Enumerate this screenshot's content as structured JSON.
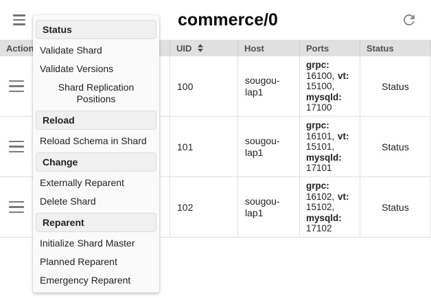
{
  "page": {
    "title": "commerce/0"
  },
  "topbar": {
    "menu_icon": "hamburger-menu",
    "refresh_icon": "refresh"
  },
  "menu": {
    "items": [
      {
        "type": "header",
        "label": "Status"
      },
      {
        "type": "item",
        "label": "Validate Shard"
      },
      {
        "type": "item",
        "label": "Validate Versions"
      },
      {
        "type": "item",
        "label": "Shard Replication Positions",
        "align": "center"
      },
      {
        "type": "header",
        "label": "Reload"
      },
      {
        "type": "item",
        "label": "Reload Schema in Shard"
      },
      {
        "type": "header",
        "label": "Change"
      },
      {
        "type": "item",
        "label": "Externally Reparent"
      },
      {
        "type": "item",
        "label": "Delete Shard"
      },
      {
        "type": "header",
        "label": "Reparent"
      },
      {
        "type": "item",
        "label": "Initialize Shard Master"
      },
      {
        "type": "item",
        "label": "Planned Reparent"
      },
      {
        "type": "item",
        "label": "Emergency Reparent"
      }
    ]
  },
  "table": {
    "columns": [
      "Action",
      "UID",
      "Host",
      "Ports",
      "Status"
    ],
    "sorted_column": "UID",
    "rows": [
      {
        "uid": "100",
        "host": "sougou-lap1",
        "ports": [
          {
            "label": "grpc:",
            "value": "16100,"
          },
          {
            "label": "vt:",
            "value": "15100,"
          },
          {
            "label": "mysqld:",
            "value": "17100"
          }
        ],
        "status": "Status"
      },
      {
        "uid": "101",
        "host": "sougou-lap1",
        "ports": [
          {
            "label": "grpc:",
            "value": "16101,"
          },
          {
            "label": "vt:",
            "value": "15101,"
          },
          {
            "label": "mysqld:",
            "value": "17101"
          }
        ],
        "status": "Status"
      },
      {
        "uid": "102",
        "host": "sougou-lap1",
        "ports": [
          {
            "label": "grpc:",
            "value": "16102,"
          },
          {
            "label": "vt:",
            "value": "15102,"
          },
          {
            "label": "mysqld:",
            "value": "17102"
          }
        ],
        "status": "Status"
      }
    ]
  },
  "colors": {
    "table_header_bg": "#e0e0e0",
    "row_border": "#e0e0e0",
    "menu_bg": "#fafafa",
    "section_header_bg": "#f0f0f0",
    "icon_gray": "#757575"
  }
}
